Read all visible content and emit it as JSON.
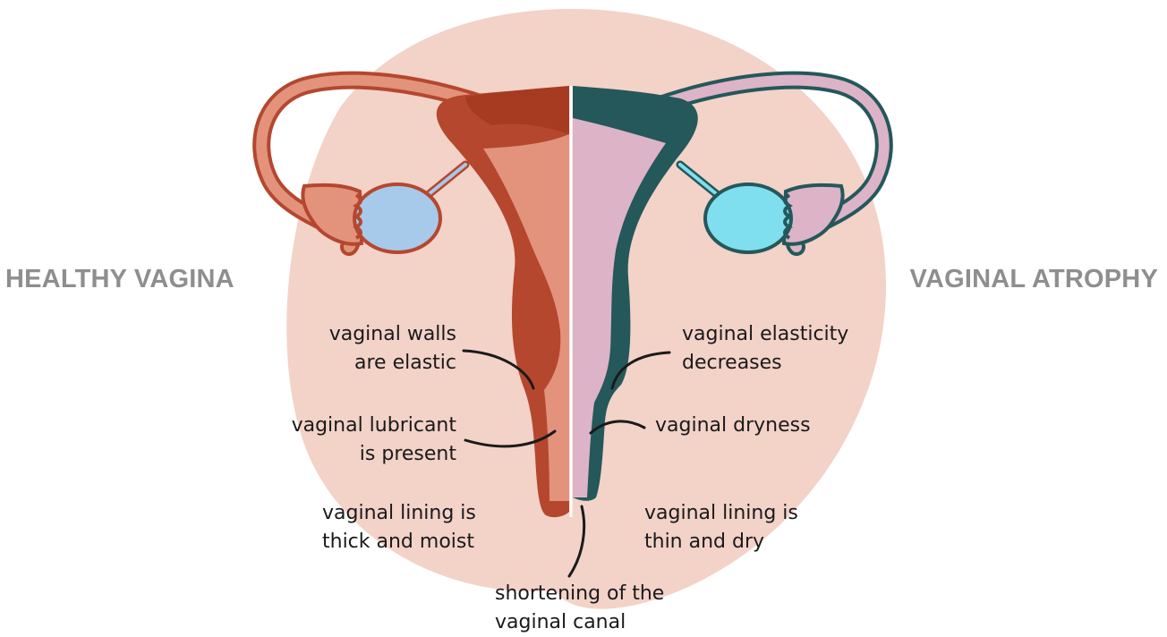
{
  "titles": {
    "left": "HEALTHY VAGINA",
    "right": "VAGINAL ATROPHY"
  },
  "labels": {
    "walls_elastic": "vaginal walls\nare elastic",
    "lubricant_present": "vaginal lubricant\nis present",
    "lining_thick": "vaginal lining is\nthick and moist",
    "elasticity_decreases": "vaginal elasticity\ndecreases",
    "dryness": "vaginal dryness",
    "lining_thin": "vaginal lining is\nthin and dry",
    "shortening": "shortening of the\nvaginal canal"
  },
  "colors": {
    "background_circle": "#f3d2c8",
    "healthy_outline": "#b5472f",
    "healthy_fill": "#e3937c",
    "healthy_muscle": "#a63b22",
    "healthy_ovary": "#a7c9ea",
    "atrophy_outline": "#24585a",
    "atrophy_fill": "#ddb3c7",
    "atrophy_muscle": "#24585a",
    "atrophy_ovary": "#7fdfee",
    "title_text": "#8e8e8e",
    "label_text": "#1a1a1a"
  }
}
